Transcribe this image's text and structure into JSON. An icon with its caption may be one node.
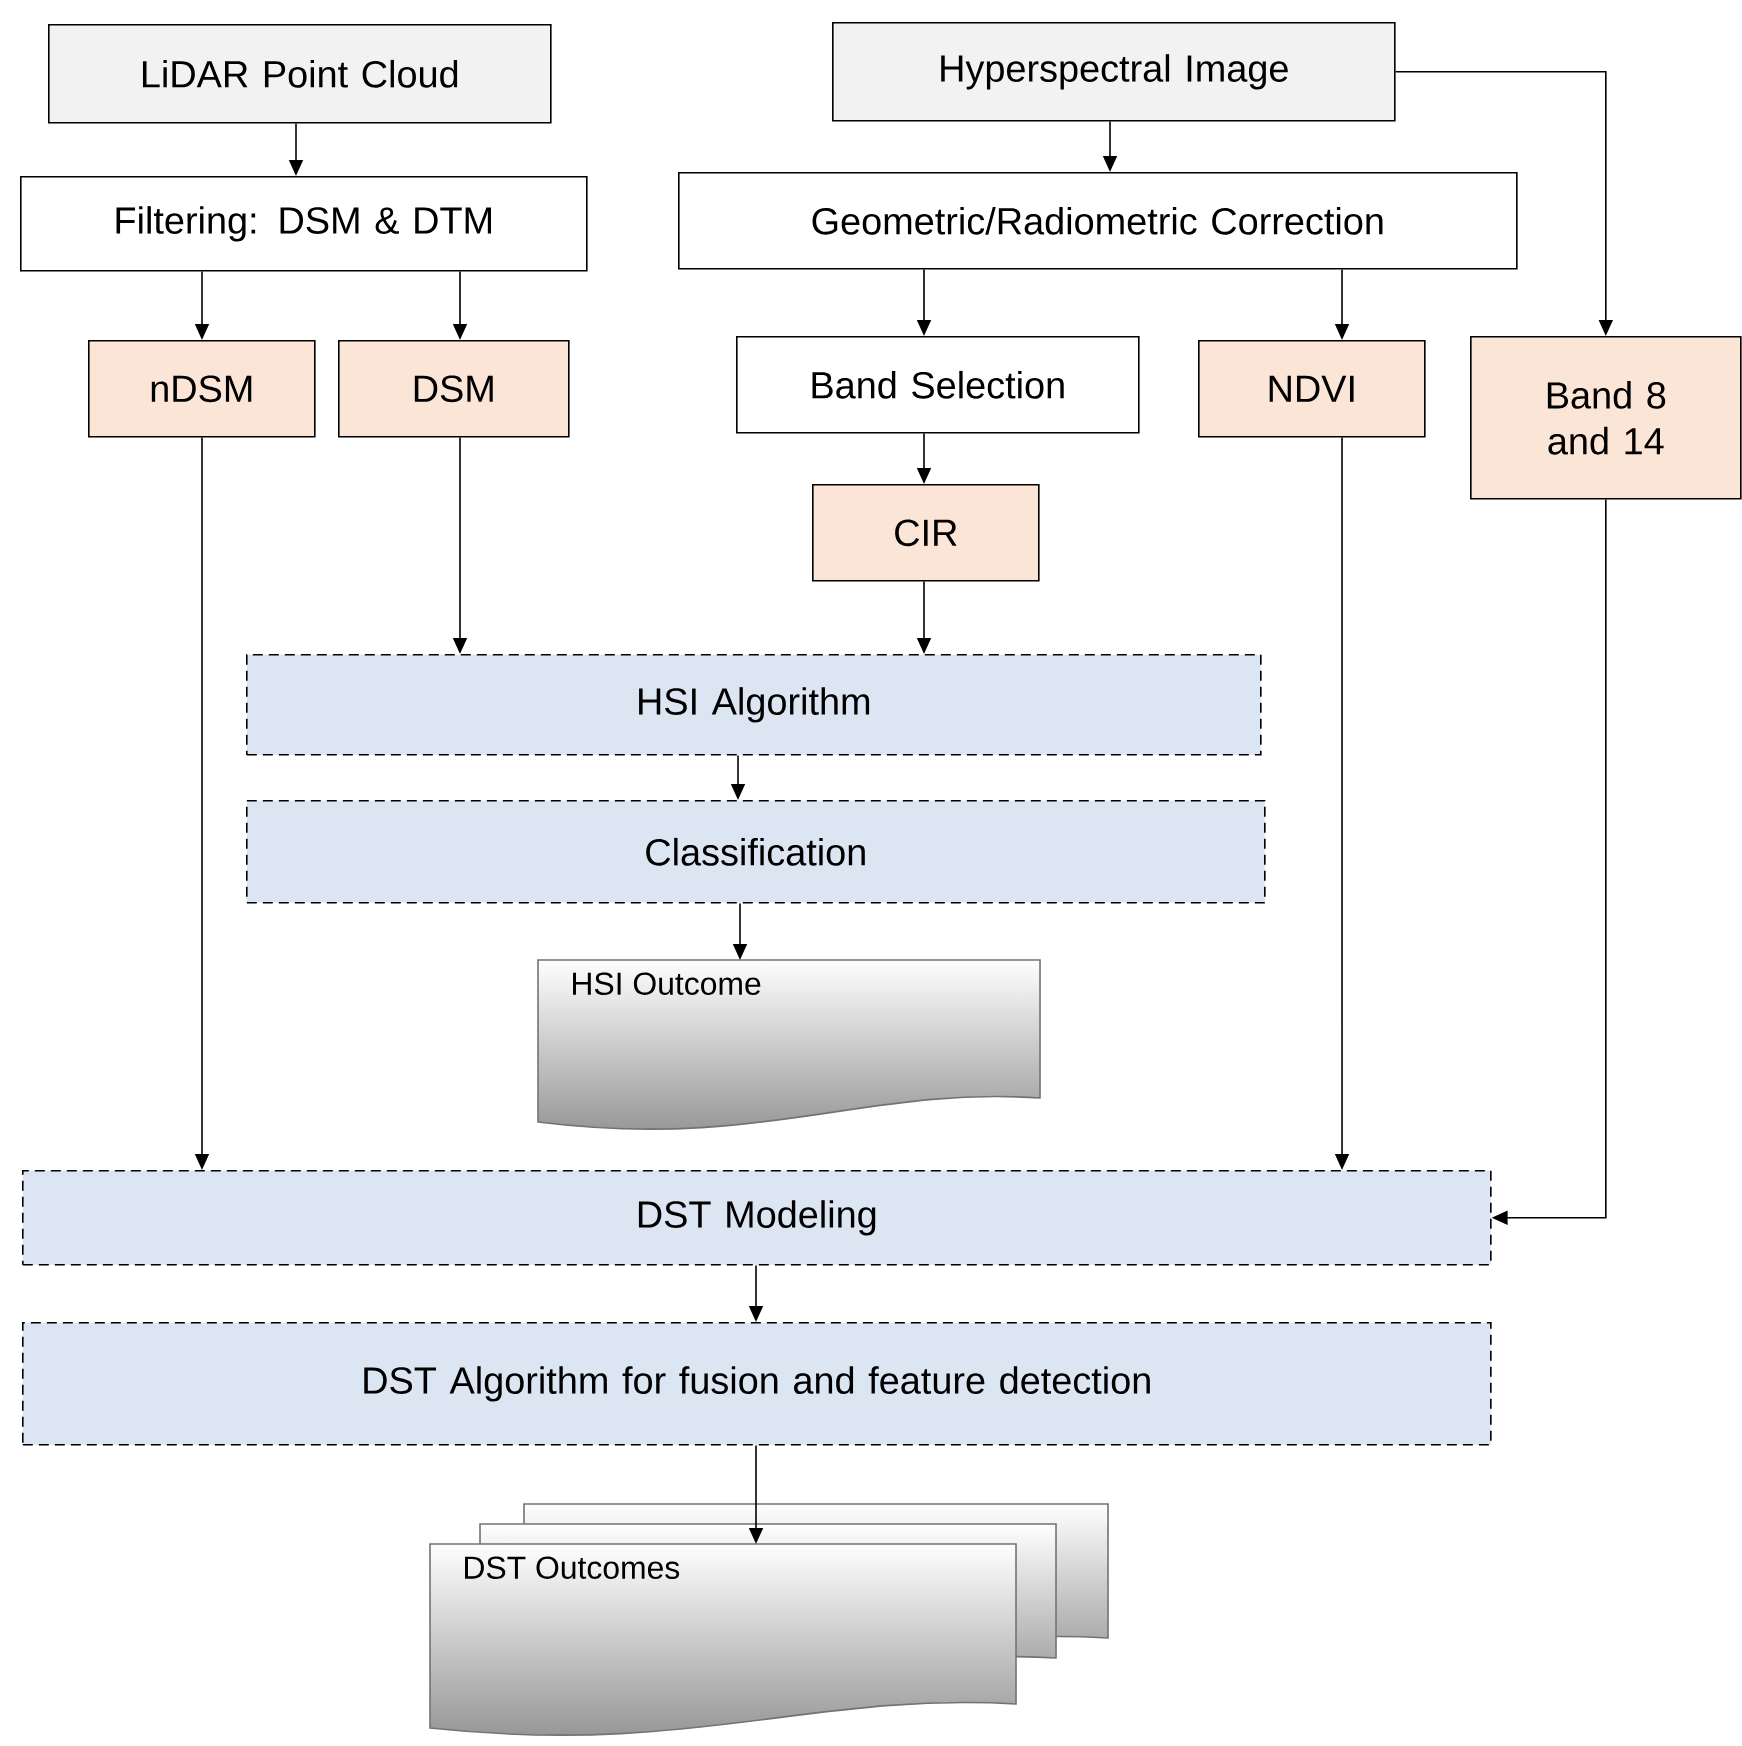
{
  "diagram": {
    "nodes": [
      {
        "text": [
          "LiDAR Point Cloud"
        ]
      },
      {
        "text": [
          "Hyperspectral Image"
        ]
      },
      {
        "text": [
          "Filtering: DSM & DTM"
        ]
      },
      {
        "text": [
          "Geometric/Radiometric Correction"
        ]
      },
      {
        "text": [
          "nDSM"
        ]
      },
      {
        "text": [
          "DSM"
        ]
      },
      {
        "text": [
          "Band Selection"
        ]
      },
      {
        "text": [
          "NDVI"
        ]
      },
      {
        "text": [
          "Band 8 and 14"
        ]
      },
      {
        "text": [
          "CIR"
        ]
      },
      {
        "text": [
          "HSI Algorithm"
        ]
      },
      {
        "text": [
          "Classification"
        ]
      },
      {
        "text": [
          "HSI Outcome"
        ]
      },
      {
        "text": [
          "DST Modeling"
        ]
      },
      {
        "text": [
          "DST Algorithm for fusion and feature detection"
        ]
      },
      {
        "text": [
          "DST Outcomes"
        ]
      }
    ],
    "edges": [
      {
        "from": 0,
        "to": 2,
        "arrow": "to"
      },
      {
        "from": 1,
        "to": 3,
        "arrow": "to"
      },
      {
        "from": 1,
        "to": 8,
        "arrow": "to"
      },
      {
        "from": 2,
        "to": 4,
        "arrow": "to"
      },
      {
        "from": 2,
        "to": 5,
        "arrow": "to"
      },
      {
        "from": 3,
        "to": 6,
        "arrow": "to"
      },
      {
        "from": 3,
        "to": 7,
        "arrow": "to"
      },
      {
        "from": 6,
        "to": 9,
        "arrow": "to"
      },
      {
        "from": 5,
        "to": 10,
        "arrow": "to"
      },
      {
        "from": 9,
        "to": 10,
        "arrow": "to"
      },
      {
        "from": 10,
        "to": 11,
        "arrow": "to"
      },
      {
        "from": 11,
        "to": 12,
        "arrow": "to"
      },
      {
        "from": 4,
        "to": 13,
        "arrow": "to"
      },
      {
        "from": 7,
        "to": 13,
        "arrow": "to"
      },
      {
        "from": 8,
        "to": 13,
        "arrow": "to"
      },
      {
        "from": 13,
        "to": 14,
        "arrow": "to"
      },
      {
        "from": 14,
        "to": 15,
        "arrow": "to"
      }
    ]
  }
}
